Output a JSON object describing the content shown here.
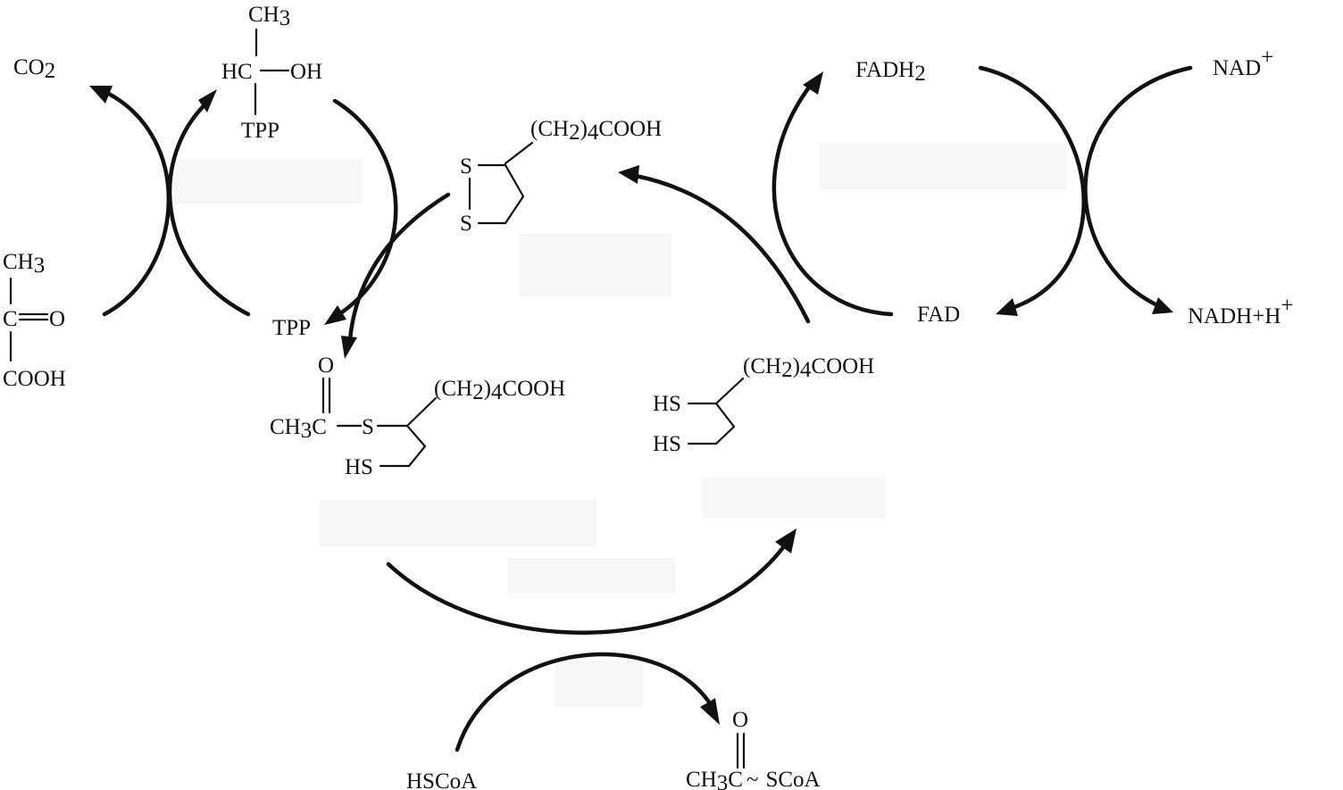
{
  "labels": {
    "co2": "CO",
    "co2_sub": "2",
    "tpp_int_ch3": "CH",
    "tpp_int_ch3_sub": "3",
    "tpp_int_hc": "HC",
    "tpp_int_oh": "OH",
    "tpp_int_tpp": "TPP",
    "pyruvate_ch3": "CH",
    "pyruvate_ch3_sub": "3",
    "pyruvate_c": "C",
    "pyruvate_o": "O",
    "pyruvate_cooh": "COOH",
    "tpp": "TPP",
    "lipoamide_ox_chain": "(CH",
    "lipoamide_ox_chain_sub": "2",
    "lipoamide_ox_chain_tail": ")",
    "lipoamide_ox_chain_sub2": "4",
    "lipoamide_ox_chain_end": "COOH",
    "lipoamide_ox_s1": "S",
    "lipoamide_ox_s2": "S",
    "acetyl_lip_o": "O",
    "acetyl_lip_ch3c": "CH",
    "acetyl_lip_ch3c_sub": "3",
    "acetyl_lip_c": "C",
    "acetyl_lip_s": "S",
    "acetyl_lip_chain": "(CH",
    "acetyl_lip_chain_sub": "2",
    "acetyl_lip_chain_tail": ")",
    "acetyl_lip_chain_sub2": "4",
    "acetyl_lip_chain_end": "COOH",
    "acetyl_lip_hs": "HS",
    "dihydrolip_chain": "(CH",
    "dihydrolip_chain_sub": "2",
    "dihydrolip_chain_tail": ")",
    "dihydrolip_chain_sub2": "4",
    "dihydrolip_chain_end": "COOH",
    "dihydrolip_hs1": "HS",
    "dihydrolip_hs2": "HS",
    "fadh2": "FADH",
    "fadh2_sub": "2",
    "nad_plus": "NAD",
    "nad_plus_sup": "+",
    "fad": "FAD",
    "nadh": "NADH+H",
    "nadh_sup": "+",
    "hscoa": "HSCoA",
    "acetylcoa_o": "O",
    "acetylcoa_ch3c": "CH",
    "acetylcoa_ch3c_sub": "3",
    "acetylcoa_c": "C",
    "acetylcoa_tilde": "~",
    "acetylcoa_scoa": "SCoA"
  },
  "colors": {
    "ink": "#111111",
    "background": "#ffffff",
    "mask": "#f7f7f7"
  }
}
